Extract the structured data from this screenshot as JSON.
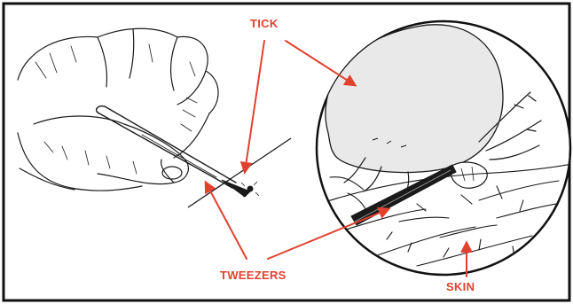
{
  "labels": {
    "tick": "TICK",
    "tweezers": "TWEEZERS",
    "skin": "SKIN"
  },
  "colors": {
    "label": "#e2412e",
    "arrow": "#e2412e",
    "ink": "#1a1a1a",
    "tick_body": "#e9e9e9",
    "border": "#111111",
    "background": "#ffffff"
  }
}
